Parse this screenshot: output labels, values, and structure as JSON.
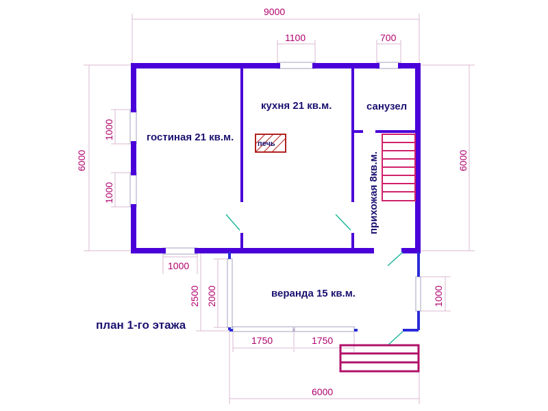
{
  "title": "план 1-го этажа",
  "rooms": {
    "living": "гостиная 21 кв.м.",
    "kitchen": "кухня 21 кв.м.",
    "bathroom": "санузел",
    "hallway": "прихожая 8кв.м.",
    "veranda": "веранда 15 кв.м.",
    "stove": "печь"
  },
  "dims": {
    "top_total": "9000",
    "top_kitchen_window": "1100",
    "top_bath_window": "700",
    "left_total": "6000",
    "left_window_1": "1000",
    "left_window_2": "1000",
    "right_total": "6000",
    "bottom_living_window": "1000",
    "veranda_outer": "2500",
    "veranda_inner": "2000",
    "veranda_right_window": "1000",
    "veranda_window_1": "1750",
    "veranda_window_2": "1750",
    "bottom_total": "6000"
  },
  "colors": {
    "wall": "#4a00d8",
    "dimension_text": "#b0006e",
    "room_text": "#1a1170",
    "door_swing": "#1fb89a",
    "stairs": "#d0206a"
  }
}
